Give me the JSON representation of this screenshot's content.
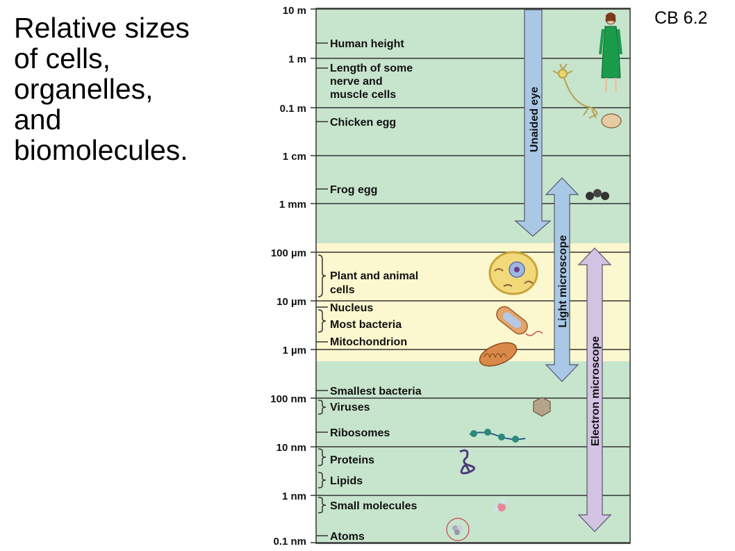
{
  "title": "Relative sizes\nof cells,\norganelles,\nand\nbiomolecules.",
  "figure_code": "CB 6.2",
  "scale_labels": [
    "10 m",
    "1 m",
    "0.1 m",
    "1 cm",
    "1 mm",
    "100 µm",
    "10 µm",
    "1 µm",
    "100 nm",
    "10 nm",
    "1 nm",
    "0.1 nm"
  ],
  "items": [
    {
      "label": "Human height"
    },
    {
      "label": "Length of some\nnerve and\nmuscle cells"
    },
    {
      "label": "Chicken egg"
    },
    {
      "label": "Frog egg"
    },
    {
      "label": "Plant and animal\ncells"
    },
    {
      "label": "Nucleus"
    },
    {
      "label": "Most bacteria"
    },
    {
      "label": "Mitochondrion"
    },
    {
      "label": "Smallest bacteria"
    },
    {
      "label": "Viruses"
    },
    {
      "label": "Ribosomes"
    },
    {
      "label": "Proteins"
    },
    {
      "label": "Lipids"
    },
    {
      "label": "Small molecules"
    },
    {
      "label": "Atoms"
    }
  ],
  "ranges": [
    {
      "label": "Unaided eye",
      "color": "#a9c8e6"
    },
    {
      "label": "Light microscope",
      "color": "#a9c8e6"
    },
    {
      "label": "Electron microscope",
      "color": "#d3c3e3"
    }
  ],
  "colors": {
    "green_band": "#c7e4cd",
    "yellow_band": "#fbf7cf"
  }
}
